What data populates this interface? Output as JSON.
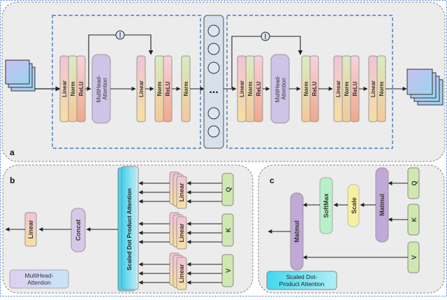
{
  "panels": {
    "a": "a",
    "b": "b",
    "c": "c"
  },
  "panel_a": {
    "encoder_blocks": [
      "Linear",
      "Norm",
      "ReLU",
      "MultiHead-\nAttention",
      "Linear",
      "Norm",
      "ReLU",
      "Norm"
    ],
    "decoder_blocks": [
      "Linear",
      "Norm",
      "ReLU",
      "MultiHead-\nAttention",
      "Norm",
      "ReLU",
      "Linear",
      "Norm",
      "ReLU"
    ],
    "middle_dots": "..."
  },
  "panel_b": {
    "inputs": [
      "Q",
      "K",
      "V"
    ],
    "linear_label": "Linear",
    "sdpa_label": "Scaled Dot Product Attention",
    "concat_label": "Concat",
    "linear_out_label": "Linear",
    "legend": "MultiHead-\nAttention"
  },
  "panel_c": {
    "inputs": [
      "Q",
      "K",
      "V"
    ],
    "matmul_top": "Matmul",
    "scale": "Scale",
    "softmax": "SoftMax",
    "matmul_bottom": "Matmul",
    "legend": "Scaled Dot-\nProduct Attention"
  },
  "colors": {
    "linear_top": "#f2c2d8",
    "linear_bottom": "#f6e0a0",
    "norm_top": "#d8ecc0",
    "norm_bottom": "#f4c89a",
    "relu_top": "#f7d2dc",
    "relu_bottom": "#f0a88c",
    "attention": "#cdc4e8",
    "qkv": "#cfe8b0",
    "sdpa_left": "#3dd0ea",
    "sdpa_right": "#c0ecf8",
    "concat": "#d8c8e8",
    "matmul": "#c0a8d8",
    "scale": "#f8f0a0",
    "softmax": "#b8f0c8",
    "legend_b": "#d8d0f0",
    "legend_c": "#70e0f0",
    "panel_bg": "#ececec",
    "dash_blue": "#2a66b8"
  }
}
